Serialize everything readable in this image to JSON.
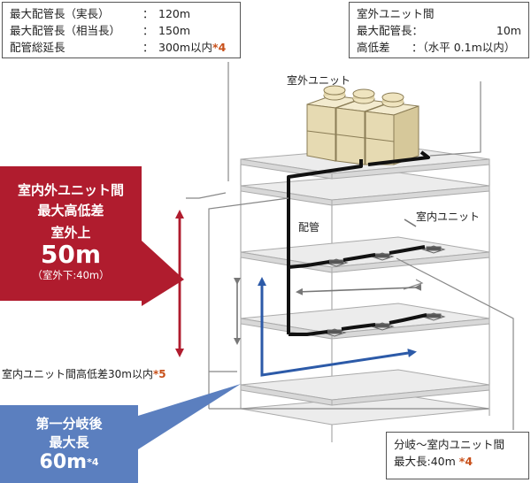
{
  "top_left_box": {
    "rows": [
      {
        "label": "最大配管長（実長）",
        "colon": "：",
        "value": "120m",
        "note": ""
      },
      {
        "label": "最大配管長（相当長）",
        "colon": "：",
        "value": "150m",
        "note": ""
      },
      {
        "label": "配管総延長",
        "colon": "：",
        "value": "300m以内",
        "note": "*4"
      }
    ]
  },
  "top_right_box": {
    "title": "室外ユニット間",
    "row1_label": "最大配管長：",
    "row1_value": "10m",
    "row2_label": "高低差",
    "row2_value": "：（水平 0.1m以内）"
  },
  "labels": {
    "outdoor_unit": "室外ユニット",
    "piping": "配管",
    "indoor_unit": "室内ユニット",
    "indoor_diff": "室内ユニット間高低差30m以内",
    "indoor_diff_note": "*5"
  },
  "red_panel": {
    "line1": "室内外ユニット間",
    "line2": "最大高低差",
    "line3": "室外上",
    "line4": "50m",
    "line5": "（室外下:40m）"
  },
  "blue_panel": {
    "line1": "第一分岐後",
    "line2": "最大長",
    "line3": "60m",
    "note": "*4"
  },
  "bottom_right_box": {
    "line1": "分岐～室内ユニット間",
    "line2": "最大長:40m",
    "note": "*4"
  },
  "colors": {
    "red": "#b01c2e",
    "blue": "#5b7fbf",
    "note_orange": "#c8501a",
    "pipe": "#111111",
    "gray_arrow": "#777777",
    "blue_arrow": "#2c5aa8"
  }
}
